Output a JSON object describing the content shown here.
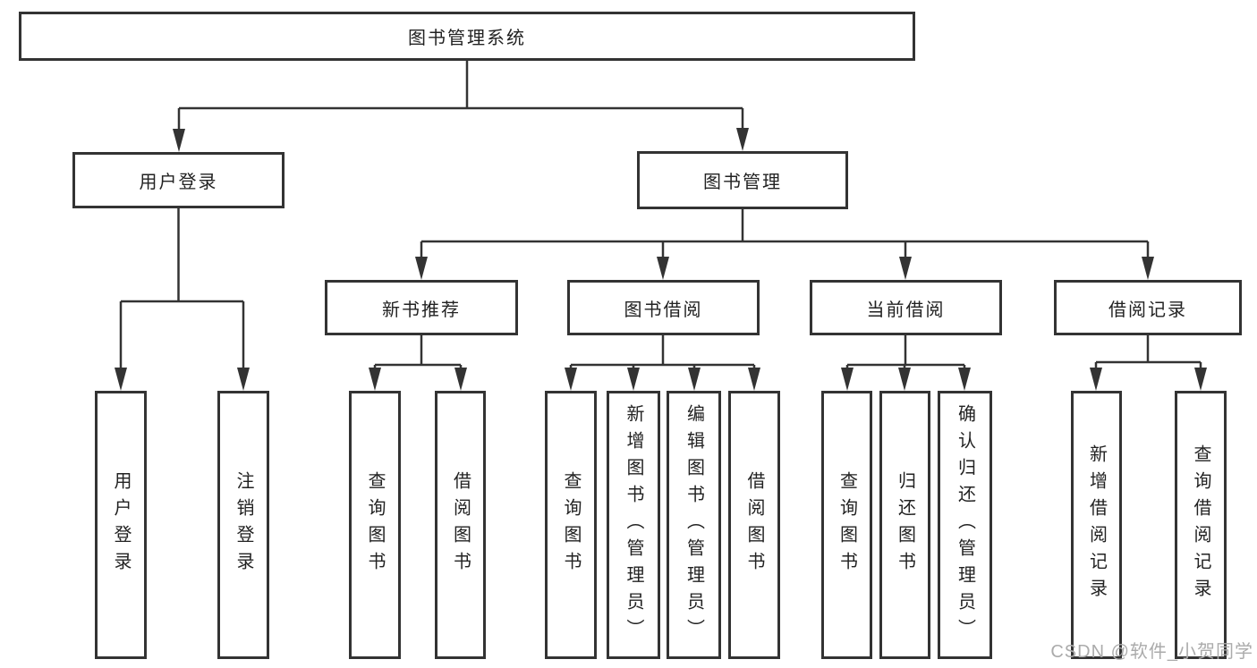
{
  "diagram": {
    "root": {
      "label": "图书管理系统"
    },
    "branches": [
      {
        "label": "用户登录",
        "children": [
          {
            "label": "用户登录"
          },
          {
            "label": "注销登录"
          }
        ]
      },
      {
        "label": "图书管理",
        "children": [
          {
            "label": "新书推荐",
            "children": [
              {
                "label": "查询图书"
              },
              {
                "label": "借阅图书"
              }
            ]
          },
          {
            "label": "图书借阅",
            "children": [
              {
                "label": "查询图书"
              },
              {
                "label": "新增图书（管理员）"
              },
              {
                "label": "编辑图书（管理员）"
              },
              {
                "label": "借阅图书"
              }
            ]
          },
          {
            "label": "当前借阅",
            "children": [
              {
                "label": "查询图书"
              },
              {
                "label": "归还图书"
              },
              {
                "label": "确认归还（管理员）"
              }
            ]
          },
          {
            "label": "借阅记录",
            "children": [
              {
                "label": "新增借阅记录"
              },
              {
                "label": "查询借阅记录"
              }
            ]
          }
        ]
      }
    ],
    "watermark": "CSDN @软件_小贺同学",
    "colors": {
      "line": "#333333",
      "box_border": "#333333",
      "text": "#222222",
      "watermark": "#ababab",
      "background": "#ffffff"
    }
  }
}
